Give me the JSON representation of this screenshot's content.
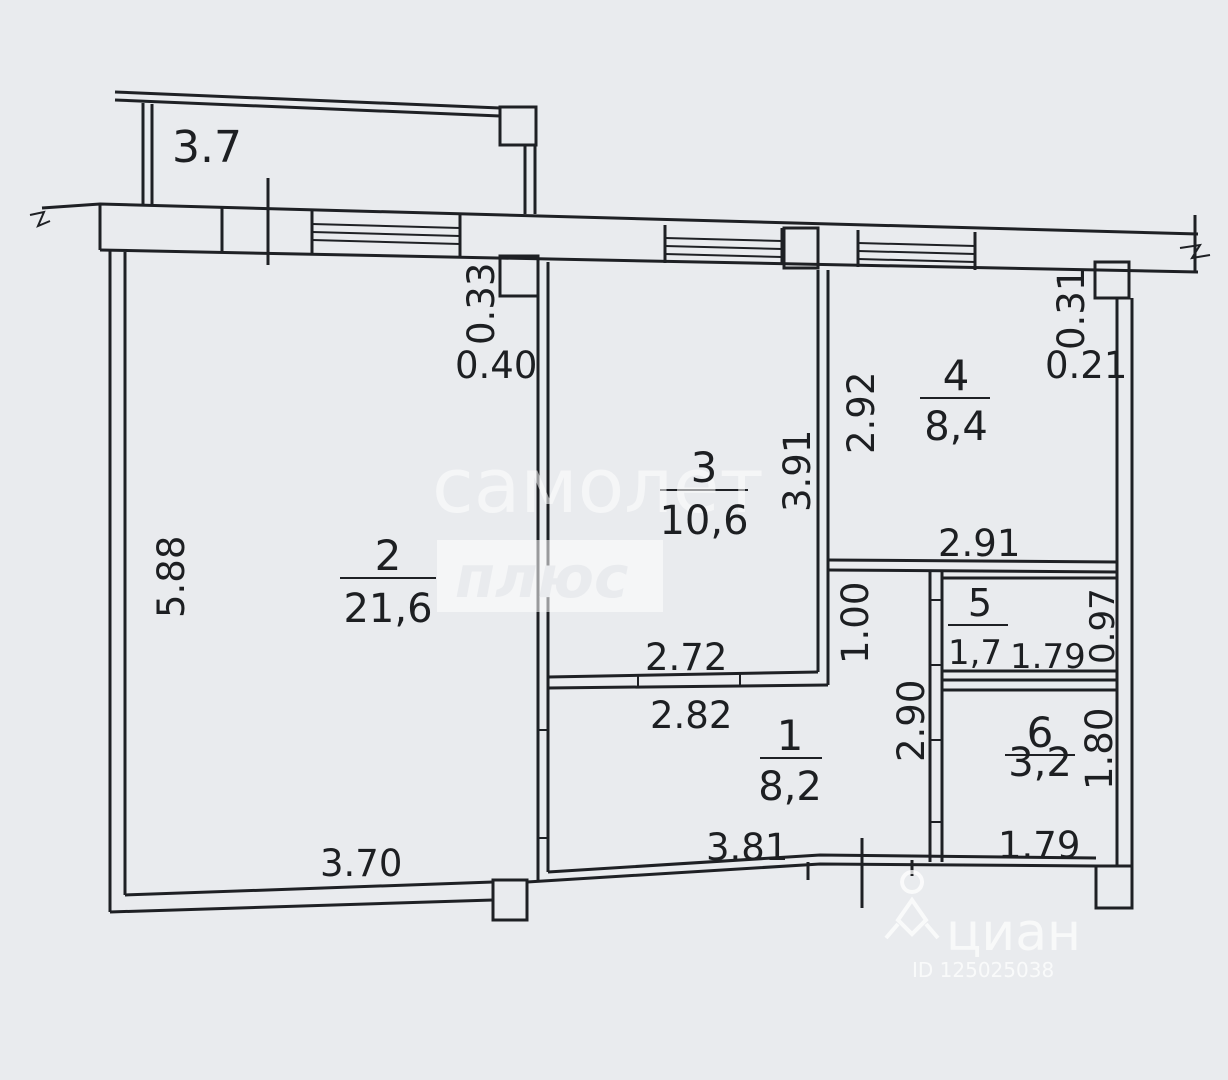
{
  "rooms": [
    {
      "number": "1",
      "area": "8,2"
    },
    {
      "number": "2",
      "area": "21,6"
    },
    {
      "number": "3",
      "area": "10,6"
    },
    {
      "number": "4",
      "area": "8,4"
    },
    {
      "number": "5",
      "area": "1,7"
    },
    {
      "number": "6",
      "area": "3,2"
    }
  ],
  "balcony": {
    "area": "3.7"
  },
  "dimensions": {
    "room2_height": "5.88",
    "room2_width": "3.70",
    "pier_left_top": "0.33",
    "pier_left_bottom": "0.40",
    "room3_height": "3.91",
    "room3_width_inner": "2.72",
    "room3_width_outer": "2.82",
    "room4_height": "2.92",
    "pier_right_top": "0.31",
    "pier_right_bottom": "0.21",
    "room4_width": "2.91",
    "corridor_gap": "1.00",
    "room5_width": "1.79",
    "room5_height": "0.97",
    "corridor_height": "2.90",
    "room1_width": "3.81",
    "room6_height": "1.80",
    "room6_width": "1.79"
  },
  "watermarks": {
    "brand": "самолет",
    "brand_sub": "плюс",
    "cian": "циан",
    "listing_id": "ID 125025038"
  }
}
